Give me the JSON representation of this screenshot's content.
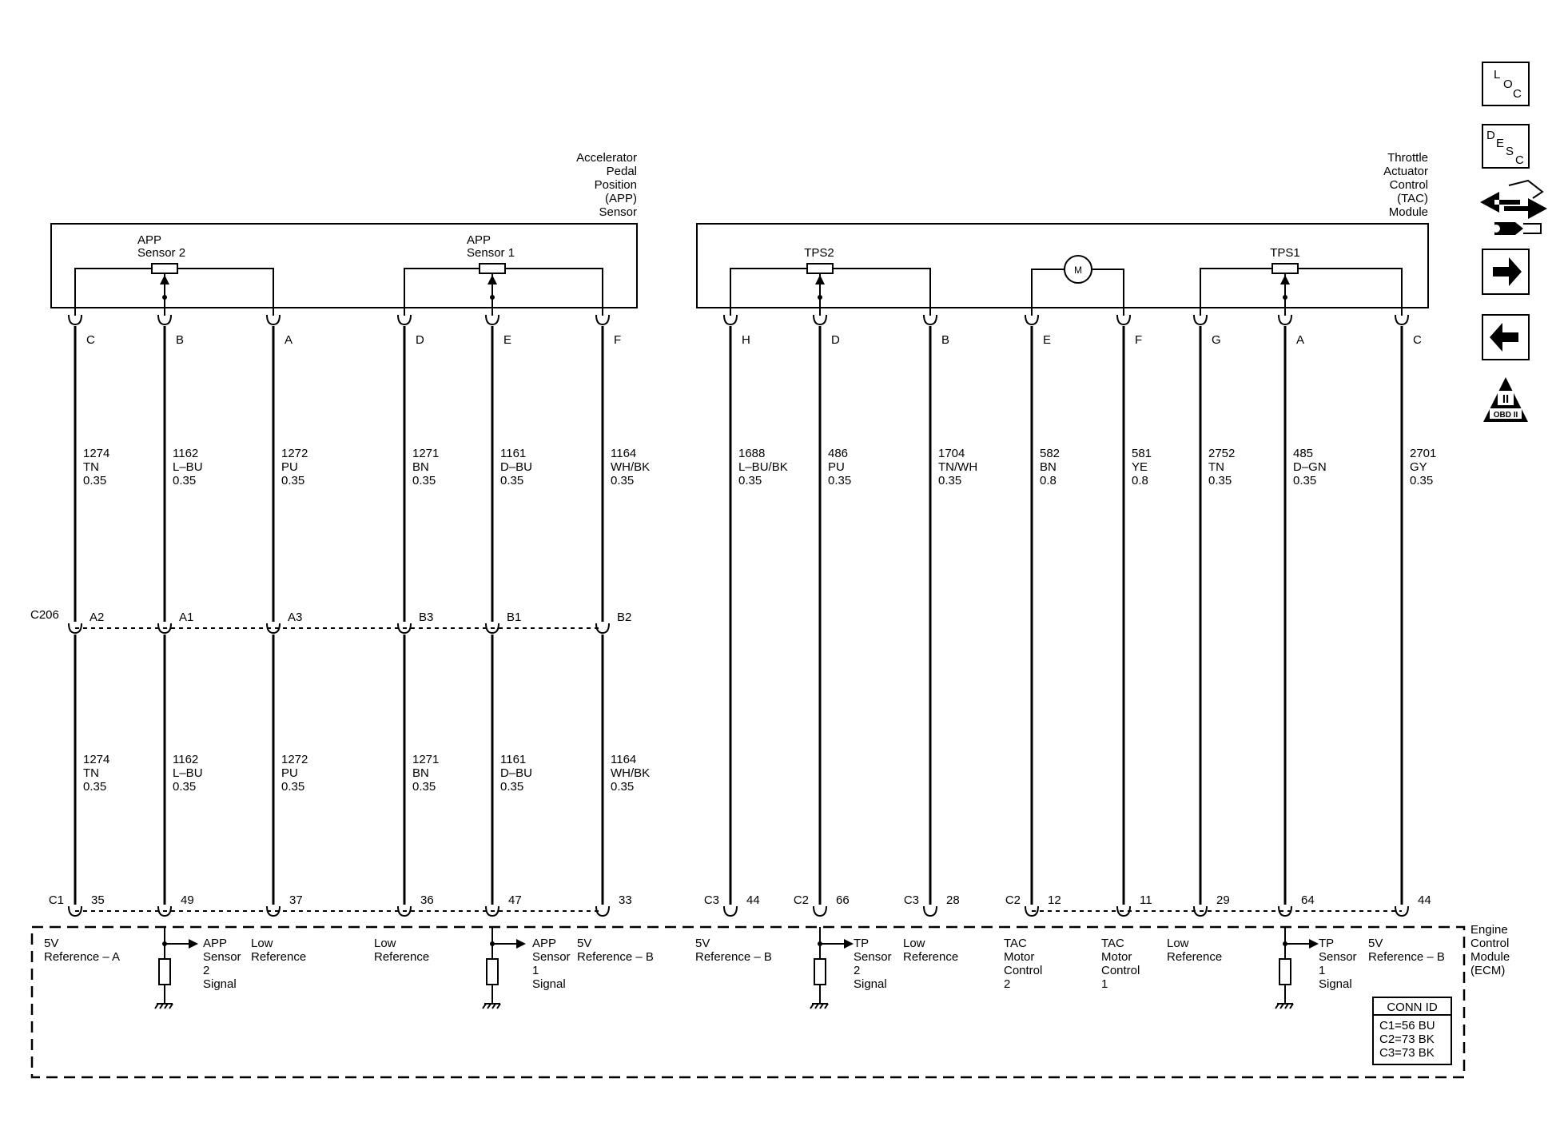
{
  "nav_icons": {
    "loc": {
      "l1": "L",
      "l2": "O",
      "l3": "C"
    },
    "desc": {
      "l1": "D",
      "l2": "E",
      "l3": "S",
      "l4": "C"
    },
    "obd": {
      "numeral": "II",
      "label": "OBD II"
    }
  },
  "app_sensor": {
    "title": [
      "Accelerator",
      "Pedal",
      "Position",
      "(APP)",
      "Sensor"
    ],
    "sensor2": [
      "APP",
      "Sensor 2"
    ],
    "sensor1": [
      "APP",
      "Sensor 1"
    ]
  },
  "tac_module": {
    "title": [
      "Throttle",
      "Actuator",
      "Control",
      "(TAC)",
      "Module"
    ],
    "tps2": "TPS2",
    "tps1": "TPS1",
    "motor": "M"
  },
  "ecm": {
    "title": [
      "Engine",
      "Control",
      "Module",
      "(ECM)"
    ],
    "conn_id": {
      "header": "CONN ID",
      "rows": [
        "C1=56 BU",
        "C2=73 BK",
        "C3=73 BK"
      ]
    }
  },
  "connector_c206": "C206",
  "wires": [
    {
      "pin": "C",
      "c206": "A2",
      "upper": [
        "1274",
        "TN",
        "0.35"
      ],
      "lower": [
        "1274",
        "TN",
        "0.35"
      ],
      "conn": "C1",
      "ecm_pin": "35",
      "func": [
        "5V",
        "Reference – A"
      ]
    },
    {
      "pin": "B",
      "c206": "A1",
      "upper": [
        "1162",
        "L–BU",
        "0.35"
      ],
      "lower": [
        "1162",
        "L–BU",
        "0.35"
      ],
      "conn": "",
      "ecm_pin": "49",
      "func": [
        "APP",
        "Sensor",
        "2",
        "Signal"
      ]
    },
    {
      "pin": "A",
      "c206": "A3",
      "upper": [
        "1272",
        "PU",
        "0.35"
      ],
      "lower": [
        "1272",
        "PU",
        "0.35"
      ],
      "conn": "",
      "ecm_pin": "37",
      "func": [
        "Low",
        "Reference"
      ]
    },
    {
      "pin": "D",
      "c206": "B3",
      "upper": [
        "1271",
        "BN",
        "0.35"
      ],
      "lower": [
        "1271",
        "BN",
        "0.35"
      ],
      "conn": "",
      "ecm_pin": "36",
      "func": [
        "Low",
        "Reference"
      ]
    },
    {
      "pin": "E",
      "c206": "B1",
      "upper": [
        "1161",
        "D–BU",
        "0.35"
      ],
      "lower": [
        "1161",
        "D–BU",
        "0.35"
      ],
      "conn": "",
      "ecm_pin": "47",
      "func": [
        "APP",
        "Sensor",
        "1",
        "Signal"
      ]
    },
    {
      "pin": "F",
      "c206": "B2",
      "upper": [
        "1164",
        "WH/BK",
        "0.35"
      ],
      "lower": [
        "1164",
        "WH/BK",
        "0.35"
      ],
      "conn": "",
      "ecm_pin": "33",
      "func": [
        "5V",
        "Reference – B"
      ]
    },
    {
      "pin": "H",
      "c206": "",
      "upper": [
        "1688",
        "L–BU/BK",
        "0.35"
      ],
      "lower": [],
      "conn": "C3",
      "ecm_pin": "44",
      "func": [
        "5V",
        "Reference – B"
      ]
    },
    {
      "pin": "D",
      "c206": "",
      "upper": [
        "486",
        "PU",
        "0.35"
      ],
      "lower": [],
      "conn": "C2",
      "ecm_pin": "66",
      "func": [
        "TP",
        "Sensor",
        "2",
        "Signal"
      ]
    },
    {
      "pin": "B",
      "c206": "",
      "upper": [
        "1704",
        "TN/WH",
        "0.35"
      ],
      "lower": [],
      "conn": "C3",
      "ecm_pin": "28",
      "func": [
        "Low",
        "Reference"
      ]
    },
    {
      "pin": "E",
      "c206": "",
      "upper": [
        "582",
        "BN",
        "0.8"
      ],
      "lower": [],
      "conn": "C2",
      "ecm_pin": "12",
      "func": [
        "TAC",
        "Motor",
        "Control",
        "2"
      ]
    },
    {
      "pin": "F",
      "c206": "",
      "upper": [
        "581",
        "YE",
        "0.8"
      ],
      "lower": [],
      "conn": "",
      "ecm_pin": "11",
      "func": [
        "TAC",
        "Motor",
        "Control",
        "1"
      ]
    },
    {
      "pin": "G",
      "c206": "",
      "upper": [
        "2752",
        "TN",
        "0.35"
      ],
      "lower": [],
      "conn": "",
      "ecm_pin": "29",
      "func": [
        "Low",
        "Reference"
      ]
    },
    {
      "pin": "A",
      "c206": "",
      "upper": [
        "485",
        "D–GN",
        "0.35"
      ],
      "lower": [],
      "conn": "",
      "ecm_pin": "64",
      "func": [
        "TP",
        "Sensor",
        "1",
        "Signal"
      ]
    },
    {
      "pin": "C",
      "c206": "",
      "upper": [
        "2701",
        "GY",
        "0.35"
      ],
      "lower": [],
      "conn": "",
      "ecm_pin": "44",
      "func": [
        "5V",
        "Reference – B"
      ]
    }
  ]
}
